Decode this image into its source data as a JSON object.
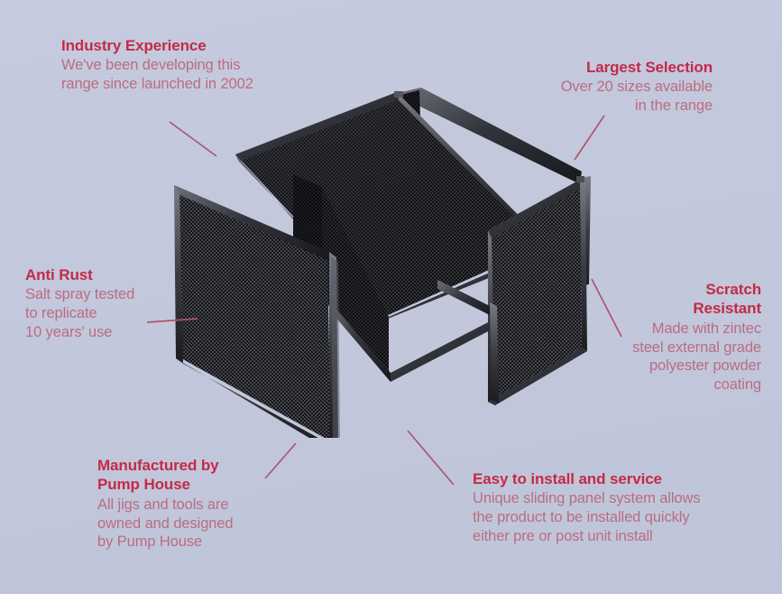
{
  "background_color": "#c3c8dc",
  "heading_color": "#c42a47",
  "body_color": "#bb6c81",
  "line_color": "#b0556d",
  "callouts": [
    {
      "id": "industry-experience",
      "title": "Industry Experience",
      "body": "We've been developing this\nrange since launched in 2002",
      "align": "left"
    },
    {
      "id": "largest-selection",
      "title": "Largest Selection",
      "body": "Over 20 sizes available\nin the range",
      "align": "right"
    },
    {
      "id": "anti-rust",
      "title": "Anti Rust",
      "body": "Salt spray tested\nto replicate\n10 years' use",
      "align": "left"
    },
    {
      "id": "scratch-resistant",
      "title": "Scratch\nResistant",
      "body": "Made with zintec\nsteel external grade\npolyester powder\ncoating",
      "align": "right"
    },
    {
      "id": "manufactured-by-pump-house",
      "title": "Manufactured by\nPump House",
      "body": "All jigs and tools are\nowned and designed\nby Pump House",
      "align": "left"
    },
    {
      "id": "easy-to-install-and-service",
      "title": "Easy to install and service",
      "body": "Unique sliding panel system allows\nthe product to be installed quickly\neither pre or post unit install",
      "align": "left"
    }
  ],
  "product": {
    "name": "perforated-steel-enclosure",
    "description": "Black perforated steel acoustic enclosure with sliding side panels"
  }
}
